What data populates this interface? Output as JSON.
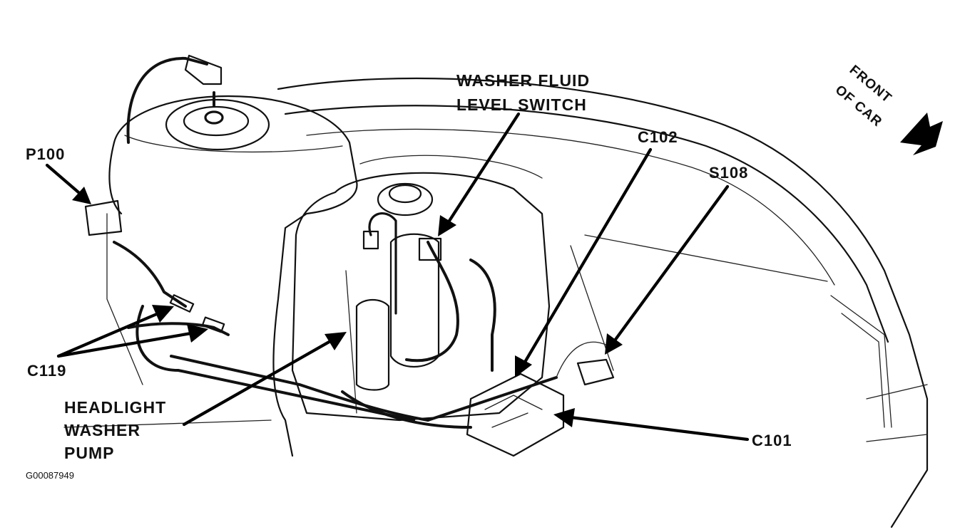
{
  "labels": {
    "p100": "P100",
    "washer_fluid_level_switch_line1": "WASHER FLUID",
    "washer_fluid_level_switch_line2": "LEVEL SWITCH",
    "c102": "C102",
    "s108": "S108",
    "c119": "C119",
    "headlight_washer_pump_line1": "HEADLIGHT",
    "headlight_washer_pump_line2": "WASHER",
    "headlight_washer_pump_line3": "PUMP",
    "c101": "C101",
    "front_of_car_line1": "FRONT",
    "front_of_car_line2": "OF CAR",
    "figure_code": "G00087949"
  }
}
